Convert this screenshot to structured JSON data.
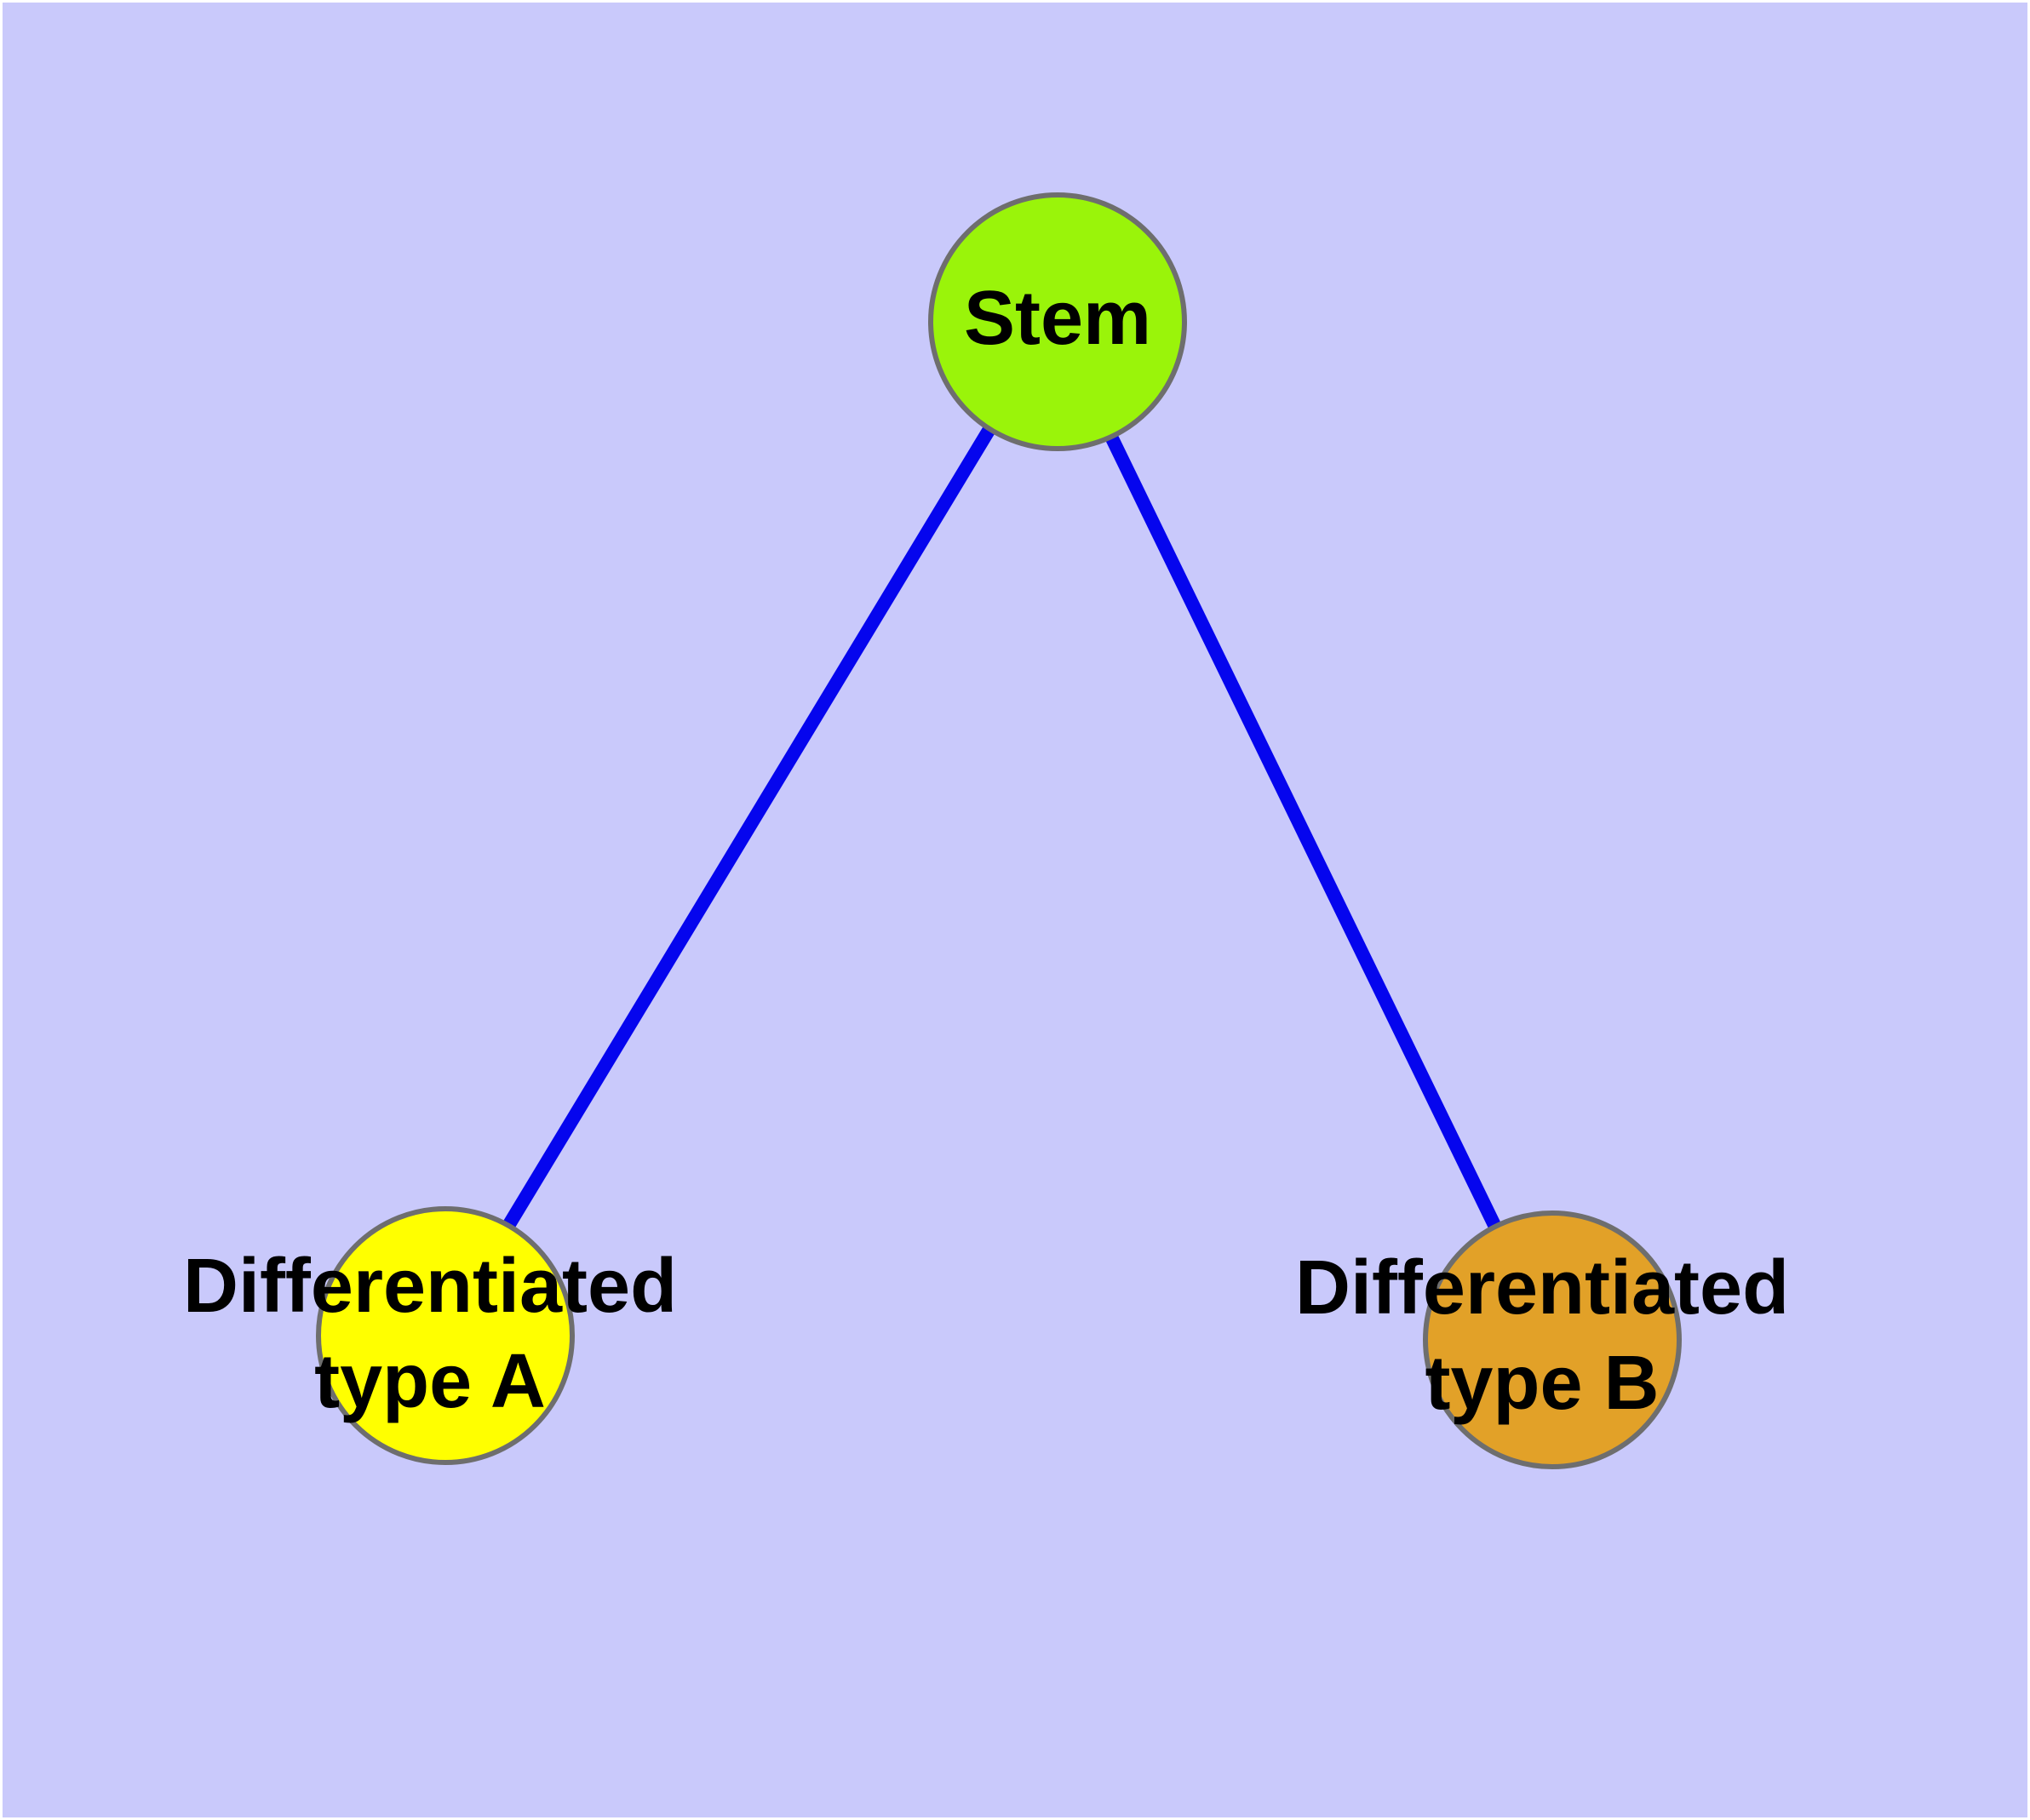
{
  "figure": {
    "type": "graph-diagram"
  },
  "colors": {
    "background": "#c9c9fb",
    "frame": "#ffffff",
    "edge": "#0505ee",
    "node_border": "#6e6e6e",
    "label_text": "#000000"
  },
  "nodes": {
    "stem": {
      "label": "Stem",
      "fill": "#9af40a"
    },
    "type_a": {
      "label": "Differentiated\ntype A",
      "fill": "#ffff00"
    },
    "type_b": {
      "label": "Differentiated\ntype B",
      "fill": "#e2a128"
    }
  },
  "edges": [
    {
      "from": "Stem",
      "to": "Differentiated type A"
    },
    {
      "from": "Stem",
      "to": "Differentiated type B"
    }
  ]
}
